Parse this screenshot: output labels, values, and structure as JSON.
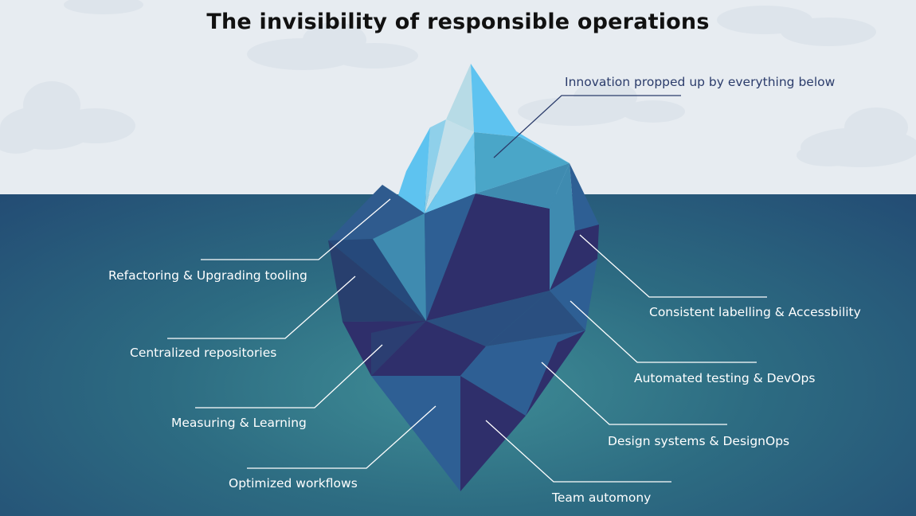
{
  "title": "The invisibility of responsible operations",
  "labels": {
    "innovation": "Innovation propped up by everything below",
    "refactoring": "Refactoring & Upgrading tooling",
    "centralized": "Centralized repositories",
    "measuring": "Measuring & Learning",
    "optimized": "Optimized workflows",
    "labelling": "Consistent labelling & Accessbility",
    "testing": "Automated testing & DevOps",
    "design_systems": "Design systems & DesignOps",
    "team": "Team automony"
  },
  "colors": {
    "sky": "#e7ecf1",
    "sea_dark": "#234c74",
    "sea_light": "#3f8d96",
    "ice_light": "#5ec3f0",
    "ice_pale": "#b7dbe6",
    "ice_mid": "#3f8bb0",
    "ice_blue": "#2e5f94",
    "ice_navy": "#2f2f6b"
  },
  "icons": [
    "cloud-icon",
    "iceberg-icon"
  ]
}
